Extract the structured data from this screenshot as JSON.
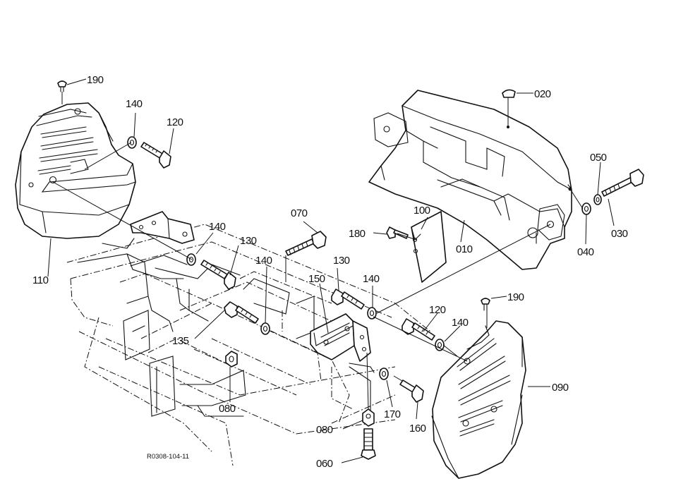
{
  "drawing_ref": "R0308-104-11",
  "part_labels": {
    "p190_left": "190",
    "p140_top": "140",
    "p120_left": "120",
    "p110": "110",
    "p140_mid": "140",
    "p130_mid": "130",
    "p070": "070",
    "p140_center": "140",
    "p135": "135",
    "p080_left": "080",
    "p150": "150",
    "p130_right": "130",
    "p140_right": "140",
    "p180": "180",
    "p100": "100",
    "p010": "010",
    "p020": "020",
    "p050": "050",
    "p040": "040",
    "p030": "030",
    "p190_right": "190",
    "p120_right": "120",
    "p140_lower": "140",
    "p090": "090",
    "p170": "170",
    "p160": "160",
    "p080_bottom": "080",
    "p060": "060"
  }
}
